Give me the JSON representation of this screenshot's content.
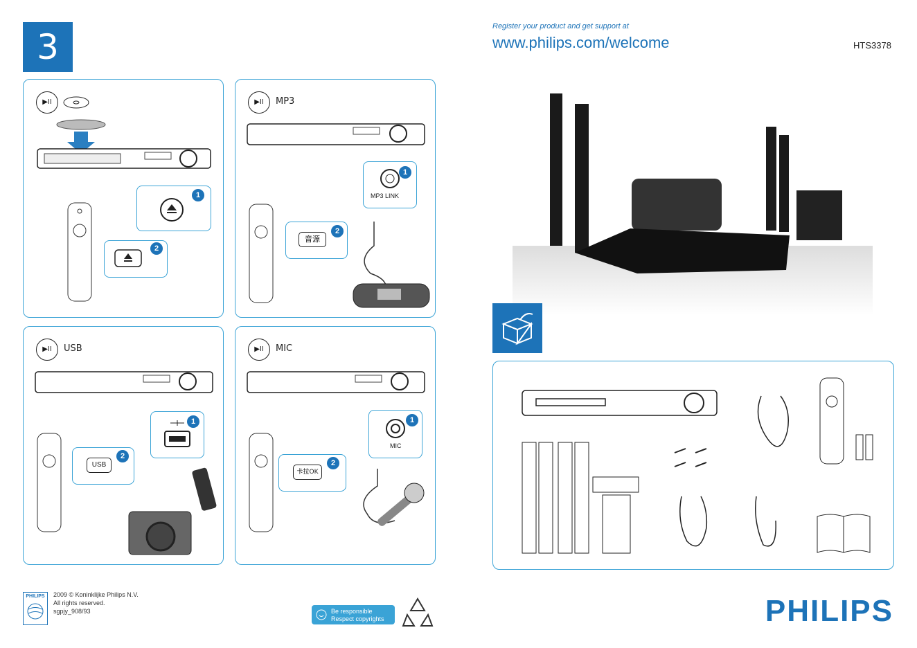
{
  "step_number": "3",
  "header": {
    "register_text": "Register your product and get support at",
    "url": "www.philips.com/welcome",
    "model": "HTS3378"
  },
  "panels": {
    "disc": {
      "play_symbol": "▶II",
      "callout_1": "1",
      "callout_2": "2"
    },
    "mp3": {
      "play_symbol": "▶II",
      "label": "MP3",
      "port_label": "MP3 LINK",
      "button_label": "音源",
      "callout_1": "1",
      "callout_2": "2"
    },
    "usb": {
      "play_symbol": "▶II",
      "label": "USB",
      "button_label": "USB",
      "callout_1": "1",
      "callout_2": "2"
    },
    "mic": {
      "play_symbol": "▶II",
      "label": "MIC",
      "port_label": "MIC",
      "button_label": "卡拉OK",
      "callout_1": "1",
      "callout_2": "2"
    }
  },
  "footer": {
    "line1": "2009 © Koninklijke Philips N.V.",
    "line2": "All rights reserved.",
    "line3": "sgpjy_908/93",
    "logo_small": "PHILIPS",
    "badge_line1": "Be responsible",
    "badge_line2": "Respect copyrights"
  },
  "brand": "PHILIPS",
  "colors": {
    "accent": "#1d73b8",
    "panel_border": "#3aa3d6"
  },
  "icons": [
    "play-pause-icon",
    "disc-icon",
    "eject-icon",
    "usb-icon",
    "recycle-icon",
    "box-open-icon"
  ]
}
